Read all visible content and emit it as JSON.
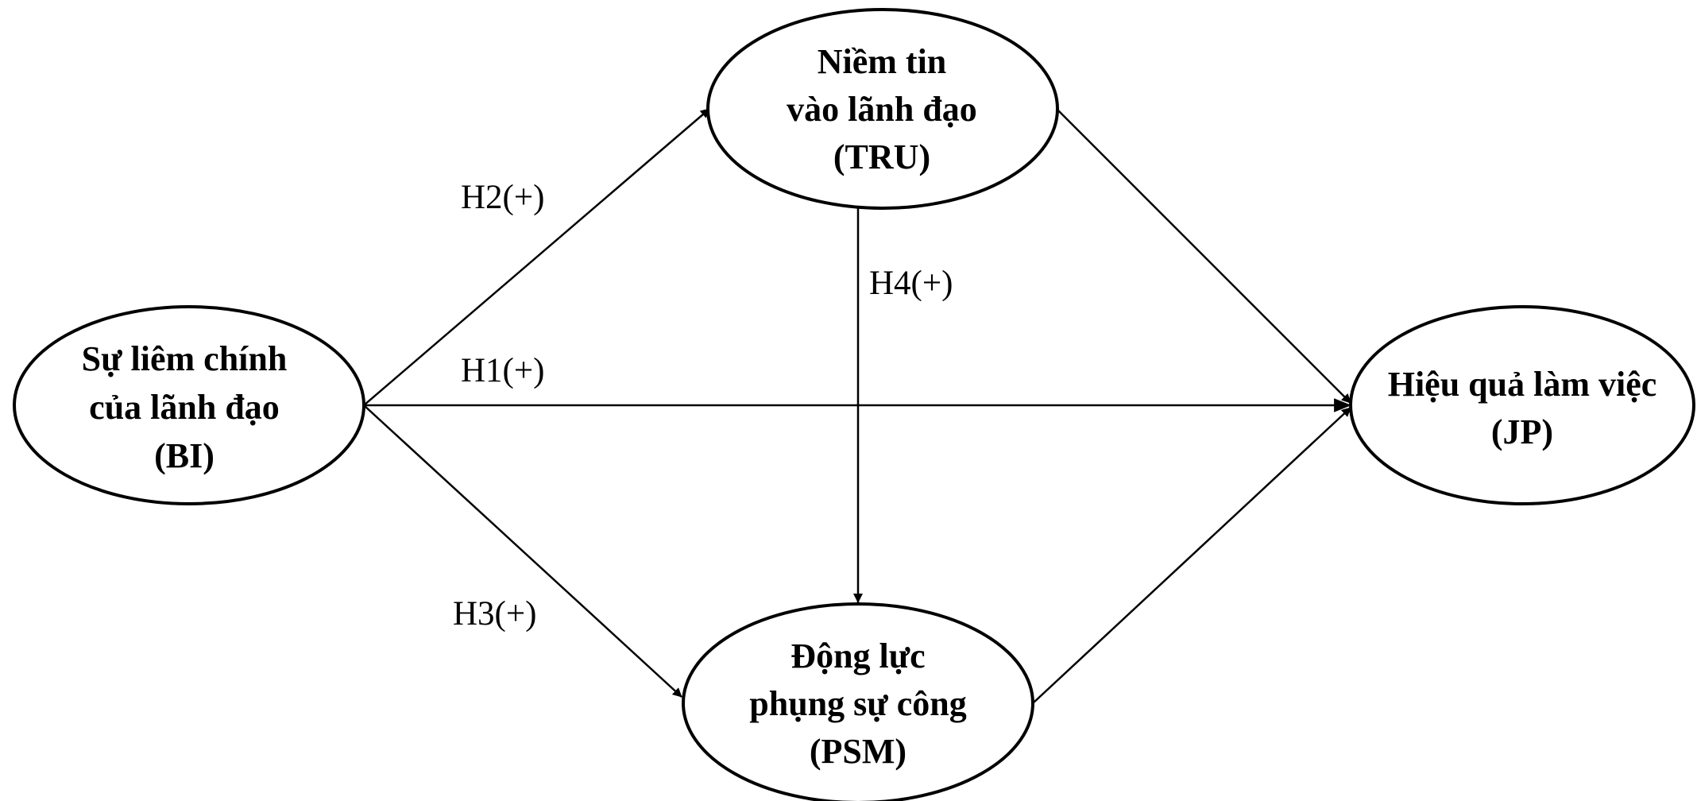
{
  "nodes": {
    "bi": {
      "lines": [
        "Sự liêm chính",
        "của lãnh đạo",
        "(BI)"
      ]
    },
    "tru": {
      "lines": [
        "Niềm tin",
        "vào lãnh đạo",
        "(TRU)"
      ]
    },
    "psm": {
      "lines": [
        "Động lực",
        "phụng sự công",
        "(PSM)"
      ]
    },
    "jp": {
      "lines": [
        "Hiệu quả làm việc",
        "(JP)"
      ]
    }
  },
  "edges": {
    "h1": {
      "label": "H1(+)",
      "from": "bi",
      "to": "jp"
    },
    "h2": {
      "label": "H2(+)",
      "from": "bi",
      "to": "tru"
    },
    "h3": {
      "label": "H3(+)",
      "from": "bi",
      "to": "psm"
    },
    "h4": {
      "label": "H4(+)",
      "from": "tru",
      "to": "psm"
    },
    "tru_jp": {
      "label": "",
      "from": "tru",
      "to": "jp"
    },
    "psm_jp": {
      "label": "",
      "from": "psm",
      "to": "jp"
    }
  },
  "colors": {
    "stroke": "#000000",
    "background": "#ffffff"
  }
}
